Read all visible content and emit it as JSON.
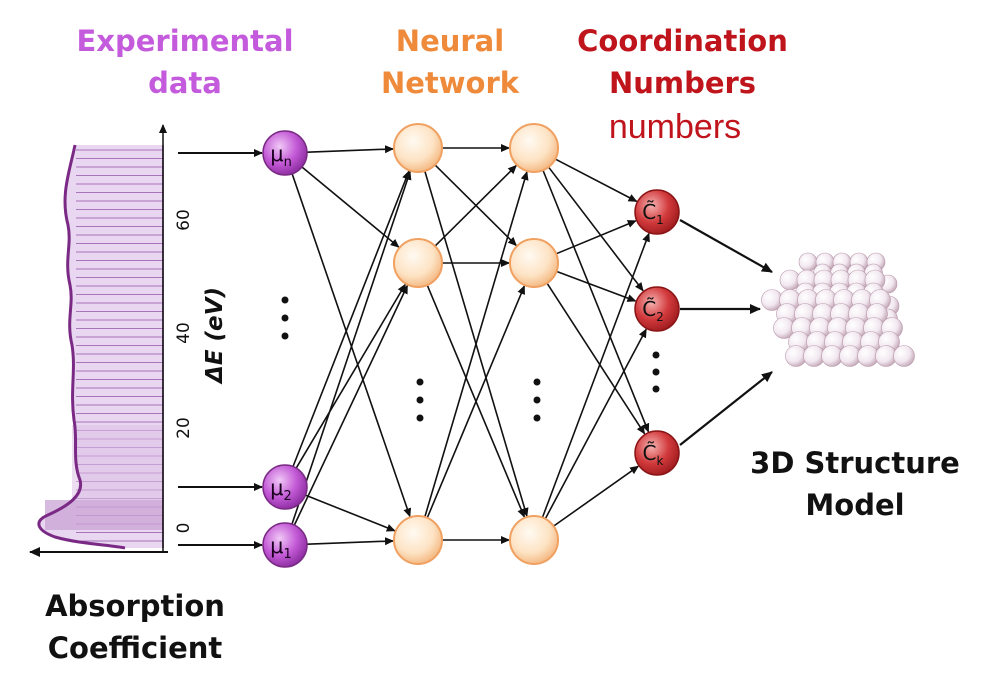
{
  "headers": {
    "experimental": [
      "Experimental",
      "data"
    ],
    "neural": [
      "Neural",
      "Network"
    ],
    "coordination": [
      "Coordination",
      "Numbers"
    ],
    "overlay": "numbers"
  },
  "bottom_labels": {
    "absorption": [
      "Absorption",
      "Coefficient"
    ],
    "structure": [
      "3D Structure",
      "Model"
    ]
  },
  "axis": {
    "label": "ΔE (eV)",
    "ticks": [
      "0",
      "20",
      "40",
      "60"
    ]
  },
  "inputs": {
    "top": {
      "base": "μ",
      "sub": "n"
    },
    "mid": {
      "base": "μ",
      "sub": "2"
    },
    "bottom": {
      "base": "μ",
      "sub": "1"
    }
  },
  "outputs": [
    {
      "base": "C̃",
      "sub": "1"
    },
    {
      "base": "C̃",
      "sub": "2"
    },
    {
      "base": "C̃",
      "sub": "k"
    }
  ],
  "colors": {
    "input_node": "#c35ad6",
    "hidden_node": "#fdd6a8",
    "output_node": "#c8262a",
    "spectrum_fill": "#c9a3d6",
    "spectrum_line": "#7a2a85",
    "header_experimental": "#c45adc",
    "header_neural": "#ee8a3a",
    "header_coordination": "#c0141c"
  }
}
